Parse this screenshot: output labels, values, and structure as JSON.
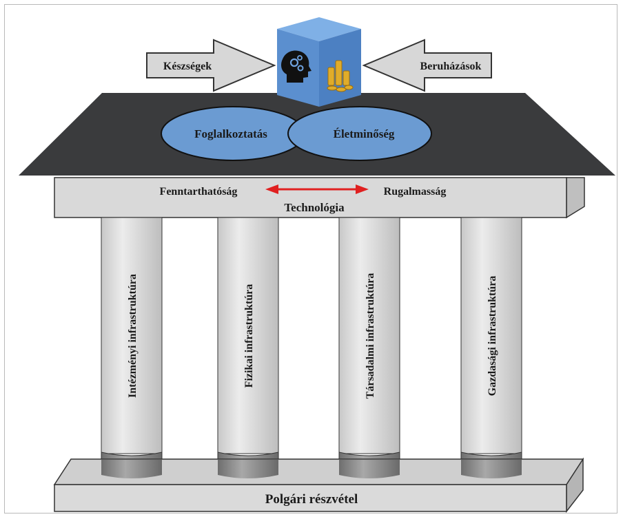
{
  "top_arrows": {
    "left": "Készségek",
    "right": "Beruházások"
  },
  "cube": {
    "icons": [
      "head-gears-icon",
      "coins-icon"
    ]
  },
  "roof": {
    "ellipse_left": "Foglalkoztatás",
    "ellipse_right": "Életminőség"
  },
  "beam": {
    "left_label": "Fenntarthatóság",
    "right_label": "Rugalmasság",
    "center_label": "Technológia",
    "arrow_color": "#e02020"
  },
  "pillars": [
    {
      "label": "Intézményi infrastruktúra"
    },
    {
      "label": "Fizikai infrastruktúra"
    },
    {
      "label": "Társadalmi infrastruktúra"
    },
    {
      "label": "Gazdasági infrastruktúra"
    }
  ],
  "base": {
    "label": "Polgári részvétel"
  },
  "colors": {
    "roof": "#3a3b3d",
    "ellipse": "#6b9bd2",
    "cube": "#5b8fcf",
    "column": "#dcdcdc",
    "beam": "#d9d9d9"
  }
}
